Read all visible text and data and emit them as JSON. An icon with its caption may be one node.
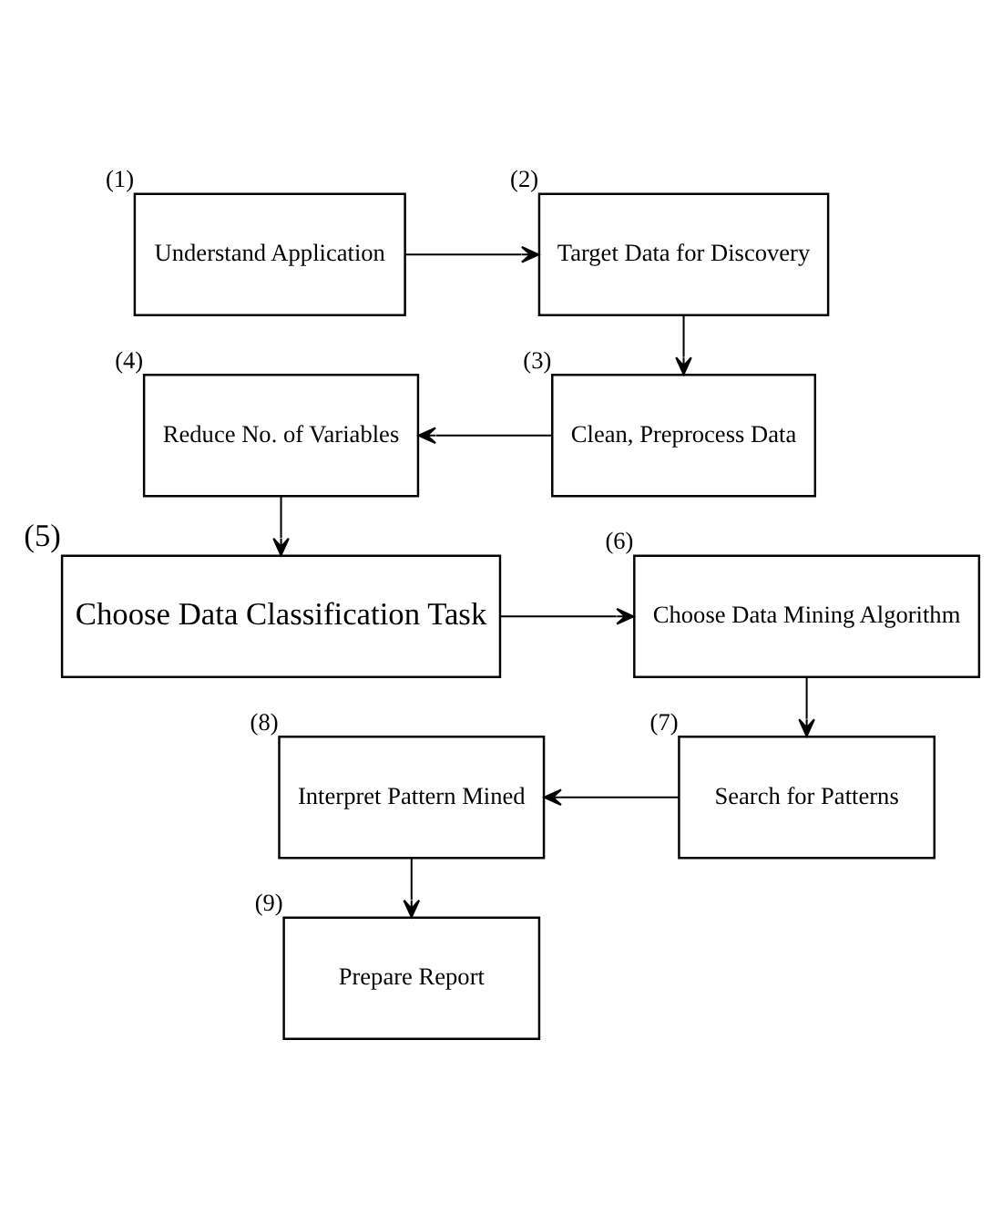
{
  "diagram": {
    "nodes": [
      {
        "text": [
          "Understand Application"
        ],
        "beside": [
          "(1)"
        ]
      },
      {
        "text": [
          "Target Data for Discovery"
        ],
        "beside": [
          "(2)"
        ]
      },
      {
        "text": [
          "Clean, Preprocess Data"
        ],
        "beside": [
          "(3)"
        ]
      },
      {
        "text": [
          "Reduce No. of Variables"
        ],
        "beside": [
          "(4)"
        ]
      },
      {
        "text": [
          "Choose Data Classification Task"
        ],
        "beside": [
          "(5)"
        ]
      },
      {
        "text": [
          "Choose Data Mining Algorithm"
        ],
        "beside": [
          "(6)"
        ]
      },
      {
        "text": [
          "Search for Patterns"
        ],
        "beside": [
          "(7)"
        ]
      },
      {
        "text": [
          "Interpret Pattern Mined"
        ],
        "beside": [
          "(8)"
        ]
      },
      {
        "text": [
          "Prepare Report"
        ],
        "beside": [
          "(9)"
        ]
      }
    ],
    "edges": [
      {
        "from": 0,
        "to": 1,
        "arrow": "to"
      },
      {
        "from": 1,
        "to": 2,
        "arrow": "to"
      },
      {
        "from": 2,
        "to": 3,
        "arrow": "to"
      },
      {
        "from": 3,
        "to": 4,
        "arrow": "to"
      },
      {
        "from": 4,
        "to": 5,
        "arrow": "to"
      },
      {
        "from": 5,
        "to": 6,
        "arrow": "to"
      },
      {
        "from": 6,
        "to": 7,
        "arrow": "to"
      },
      {
        "from": 7,
        "to": 8,
        "arrow": "to"
      }
    ]
  }
}
